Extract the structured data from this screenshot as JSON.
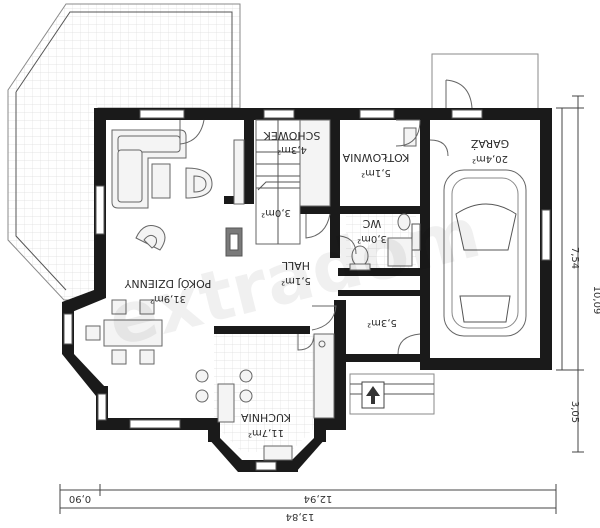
{
  "rooms": {
    "schowek": {
      "name": "SCHOWEK",
      "area": "4,3m²"
    },
    "kotlownia": {
      "name": "KOTŁOWNIA",
      "area": "5,1m²"
    },
    "garaz": {
      "name": "GARAŻ",
      "area": "20,4m²"
    },
    "stair": {
      "area": "3,0m²"
    },
    "wc": {
      "name": "WC",
      "area": "3,0m²"
    },
    "hall": {
      "name": "HALL",
      "area": "5,1m²"
    },
    "pokoj": {
      "name": "POKÓJ DZIENNY",
      "area": "31,9m²"
    },
    "small": {
      "area": "5,3m²"
    },
    "kuchnia": {
      "name": "KUCHNIA",
      "area": "11,7m²"
    }
  },
  "dimensions": {
    "right_upper": "10,09",
    "right_inner": "7,54",
    "right_lower": "3,05",
    "bottom_overhang": "0,90",
    "bottom_inner": "12,94",
    "bottom_total": "13,84"
  },
  "watermark": "extradom"
}
